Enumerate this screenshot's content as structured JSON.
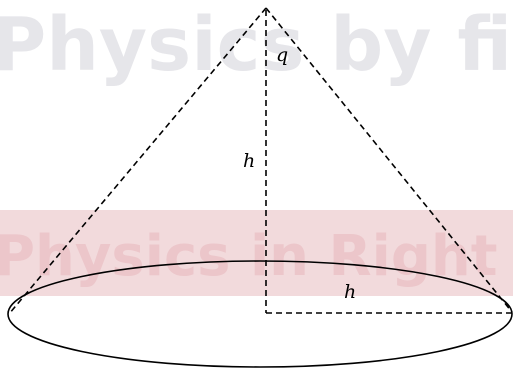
{
  "diagram": {
    "labels": {
      "angle": "q",
      "height": "h",
      "radius": "h"
    }
  },
  "watermark": {
    "top_text": "Physics by fiz",
    "band_text": "Physics in Right"
  },
  "colors": {
    "line": "#000000",
    "watermark_text": "#e6e6ea",
    "band": "#f2dadc",
    "band_text": "#ecc6ca"
  }
}
